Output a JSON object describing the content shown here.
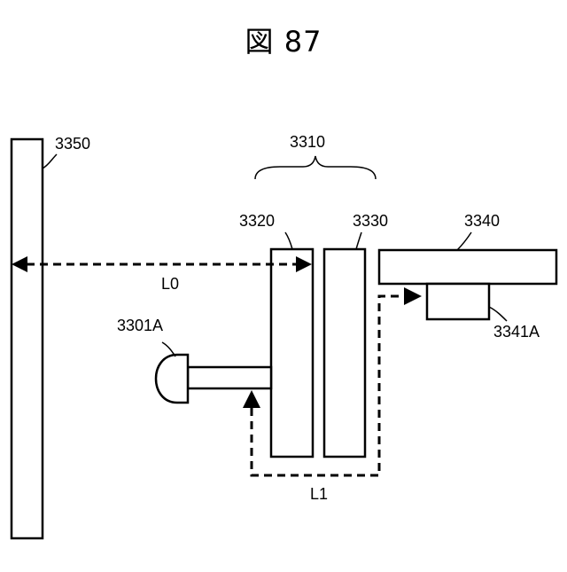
{
  "figure": {
    "title": "図 87",
    "labels": {
      "member_3350": "3350",
      "group_3310": "3310",
      "member_3320": "3320",
      "member_3330": "3330",
      "member_3340": "3340",
      "member_3341a": "3341A",
      "member_3301a": "3301A",
      "distance_l0": "L0",
      "path_l1": "L1"
    }
  }
}
